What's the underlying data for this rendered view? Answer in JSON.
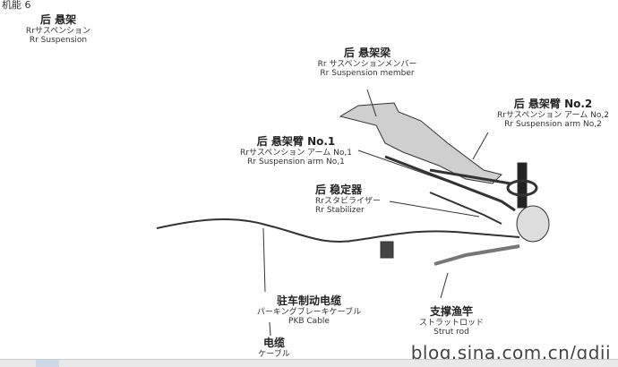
{
  "corner_text": "机能 6",
  "labels": {
    "rr_suspension": {
      "zh": "后 悬架",
      "jp": "Rrサスペンション",
      "en": "Rr Suspension"
    },
    "member": {
      "zh": "后 悬架梁",
      "jp": "Rr サスペンションメンバー",
      "en": "Rr Suspension member"
    },
    "arm2": {
      "zh": "后 悬架臂 No.2",
      "jp": "Rrサスペンション アーム No,2",
      "en": "Rr Suspension arm No,2"
    },
    "arm1": {
      "zh": "后 悬架臂 No.1",
      "jp": "Rrサスペンション アーム No,1",
      "en": "Rr Suspension arm No,1"
    },
    "stabilizer": {
      "zh": "后 稳定器",
      "jp": "Rrスタビライザー",
      "en": "Rr Stabilizer"
    },
    "pkb_cable": {
      "zh": "驻车制动电缆",
      "jp": "パーキングブレーキケーブル",
      "en": "PKB Cable"
    },
    "cable": {
      "zh": "电缆",
      "jp": "ケーブル"
    },
    "strut_rod": {
      "zh": "支撑渔竿",
      "jp": "ストラットロッド",
      "en": "Strut rod"
    }
  },
  "watermark": "blog.sina.com.cn/qdjj"
}
